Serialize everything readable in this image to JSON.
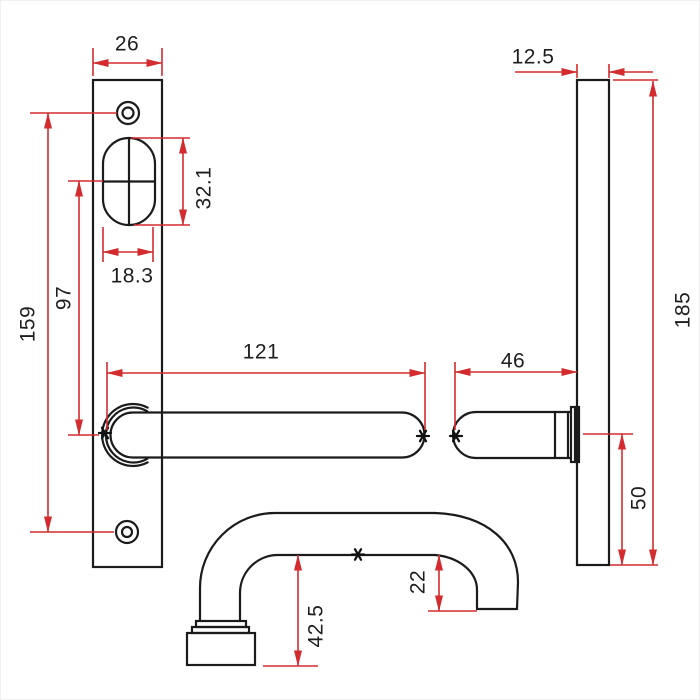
{
  "drawing": {
    "kind": "technical-drawing",
    "colors": {
      "outline": "#1b1b1b",
      "dimension": "#d32b2e",
      "background": "#ffffff"
    },
    "marker": "asterisk",
    "dimensions": {
      "plate_width": "26",
      "plate_thickness": "12.5",
      "cylinder_hole_height": "32.1",
      "cylinder_hole_width": "18.3",
      "cylinder_to_lever": "97",
      "screw_hole_spacing": "159",
      "lever_length_front": "121",
      "lever_length_side": "46",
      "plate_height": "185",
      "lever_to_plate_bottom": "50",
      "handle_projection": "42.5",
      "grip_end_offset": "22"
    }
  }
}
